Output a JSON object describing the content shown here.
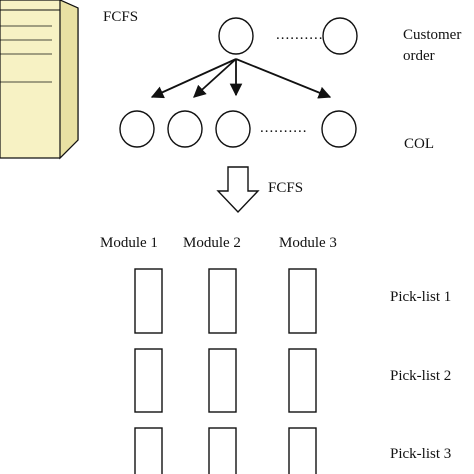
{
  "labels": {
    "fcfs_top": "FCFS",
    "customer_order_line1": "Customer",
    "customer_order_line2": "order",
    "col": "COL",
    "fcfs_arrow": "FCFS",
    "module_1": "Module 1",
    "module_2": "Module 2",
    "module_3": "Module 3",
    "pick_list_1": "Pick-list 1",
    "pick_list_2": "Pick-list 2",
    "pick_list_3": "Pick-list 3",
    "dots_top": "..........",
    "dots_mid": ".........."
  },
  "colors": {
    "stroke": "#111111",
    "server_fill": "#f7f2c4",
    "server_side": "#e9e1a3",
    "background": "#ffffff"
  },
  "icons": {
    "server": "server-tower-icon"
  }
}
